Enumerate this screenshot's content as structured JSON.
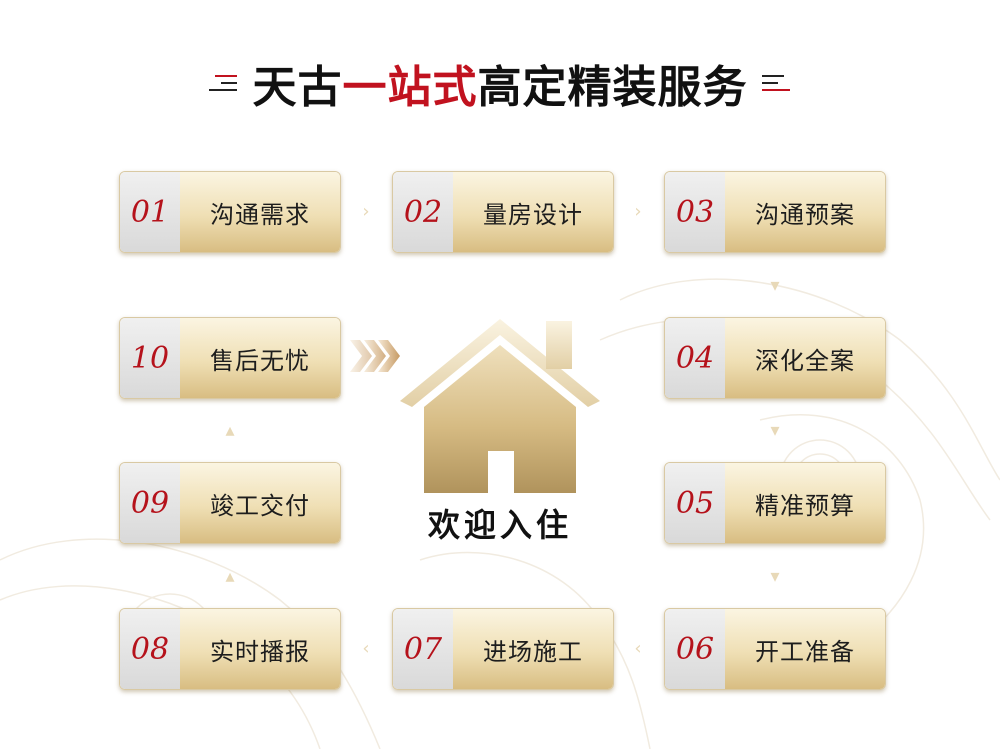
{
  "title": {
    "part1": "天古",
    "highlight": "一站式",
    "part2": "高定精装服务"
  },
  "center": {
    "welcome": "欢迎入住",
    "icon": "house-icon"
  },
  "colors": {
    "accent_red": "#c1121f",
    "gold_light": "#fbf5e2",
    "gold_dark": "#d8bd82"
  },
  "steps": [
    {
      "num": "01",
      "label": "沟通需求"
    },
    {
      "num": "02",
      "label": "量房设计"
    },
    {
      "num": "03",
      "label": "沟通预案"
    },
    {
      "num": "04",
      "label": "深化全案"
    },
    {
      "num": "05",
      "label": "精准预算"
    },
    {
      "num": "06",
      "label": "开工准备"
    },
    {
      "num": "07",
      "label": "进场施工"
    },
    {
      "num": "08",
      "label": "实时播报"
    },
    {
      "num": "09",
      "label": "竣工交付"
    },
    {
      "num": "10",
      "label": "售后无忧"
    }
  ]
}
